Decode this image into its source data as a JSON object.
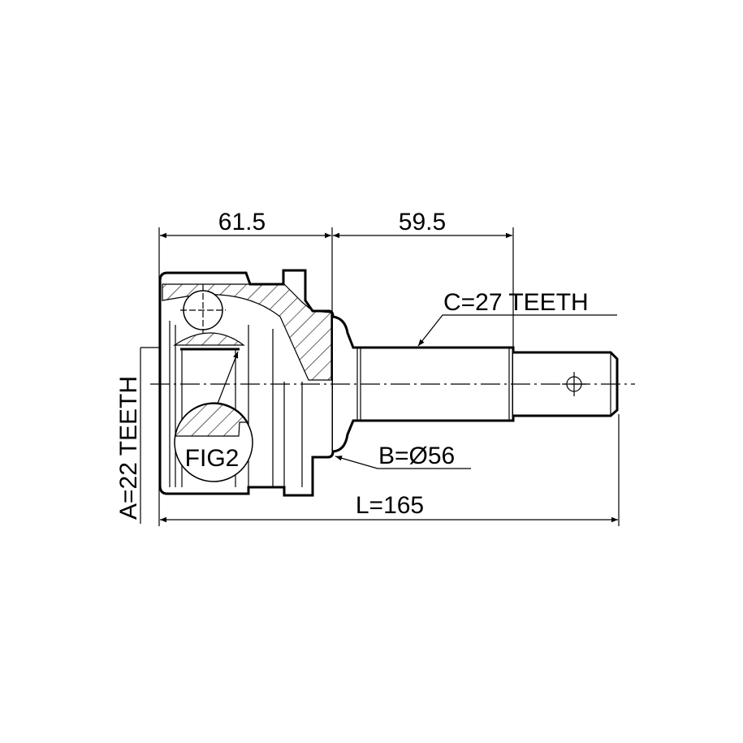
{
  "drawing": {
    "dimensions": {
      "housing_length": "61.5",
      "shaft_length": "59.5",
      "total_length": "L=165",
      "outer_spline": "C=27 TEETH",
      "seal_diameter": "B=Ø56",
      "inner_spline": "A=22 TEETH"
    },
    "detail_label": "FIG2"
  }
}
